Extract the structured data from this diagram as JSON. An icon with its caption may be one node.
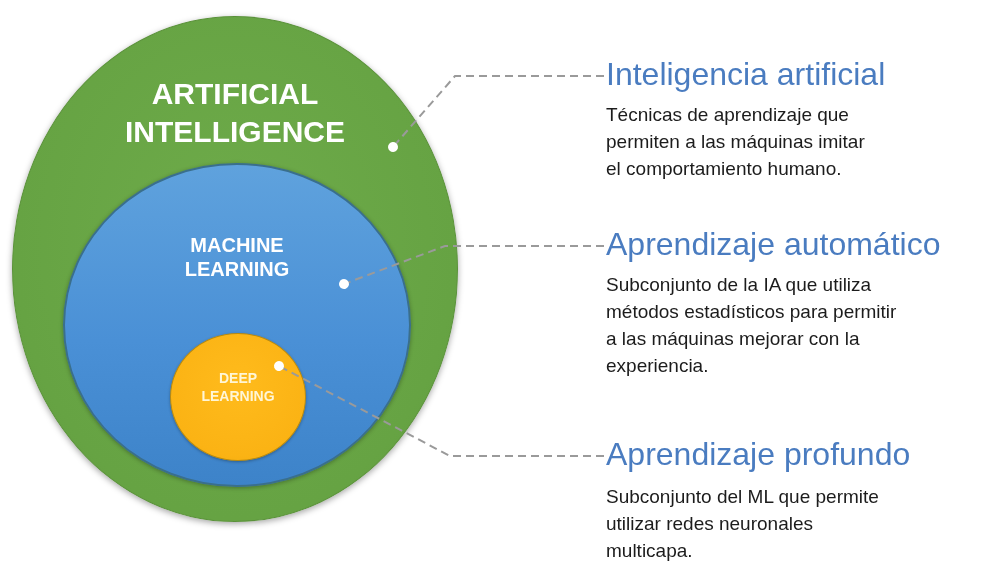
{
  "diagram": {
    "nodes": [
      {
        "text": [
          "ARTIFICIAL INTELLIGENCE"
        ]
      },
      {
        "text": [
          "MACHINE LEARNING"
        ],
        "in": 0
      },
      {
        "text": [
          "DEEP LEARNING"
        ],
        "in": 1
      },
      {
        "text": [
          "Inteligencia artificial",
          "Técnicas de aprendizaje que permiten a las máquinas imitar el comportamiento humano."
        ]
      },
      {
        "text": [
          "Aprendizaje automático",
          "Subconjunto de la IA que utiliza métodos estadísticos para permitir a las máquinas mejorar con la experiencia."
        ]
      },
      {
        "text": [
          "Aprendizaje profundo",
          "Subconjunto del ML que permite utilizar redes neuronales multicapa."
        ]
      }
    ],
    "edges": [
      {
        "from": 3,
        "to": 0,
        "arrow": "other",
        "style": "dashed"
      },
      {
        "from": 4,
        "to": 1,
        "arrow": "other",
        "style": "dashed"
      },
      {
        "from": 5,
        "to": 2,
        "arrow": "other",
        "style": "dashed"
      }
    ]
  }
}
